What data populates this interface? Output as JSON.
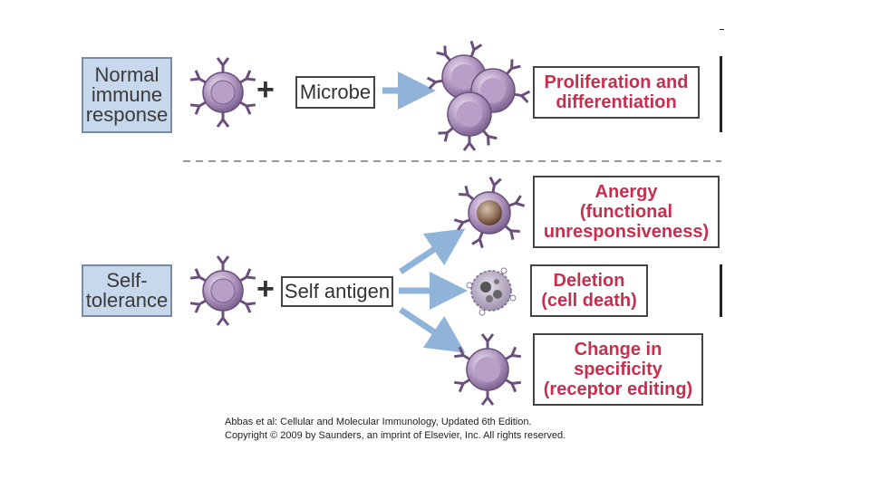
{
  "rows": {
    "normal": {
      "label": "Normal\nimmune\nresponse",
      "antigen": "Microbe",
      "outcome": "Proliferation and\ndifferentiation"
    },
    "self": {
      "label": "Self-\ntolerance",
      "antigen": "Self antigen",
      "outcomes": [
        "Anergy\n(functional\nunresponsiveness)",
        "Deletion\n(cell death)",
        "Change in\nspecificity\n(receptor editing)"
      ]
    }
  },
  "caption": {
    "line1": "Abbas et al: Cellular and Molecular Immunology, Updated 6th Edition.",
    "line2": "Copyright © 2009 by Saunders, an imprint of Elsevier, Inc. All rights reserved."
  },
  "colors": {
    "label_bg": "#c7d7ec",
    "outcome_text": "#c72f4f",
    "arrow": "#8fb3d9",
    "cell": "#a48bb3"
  }
}
